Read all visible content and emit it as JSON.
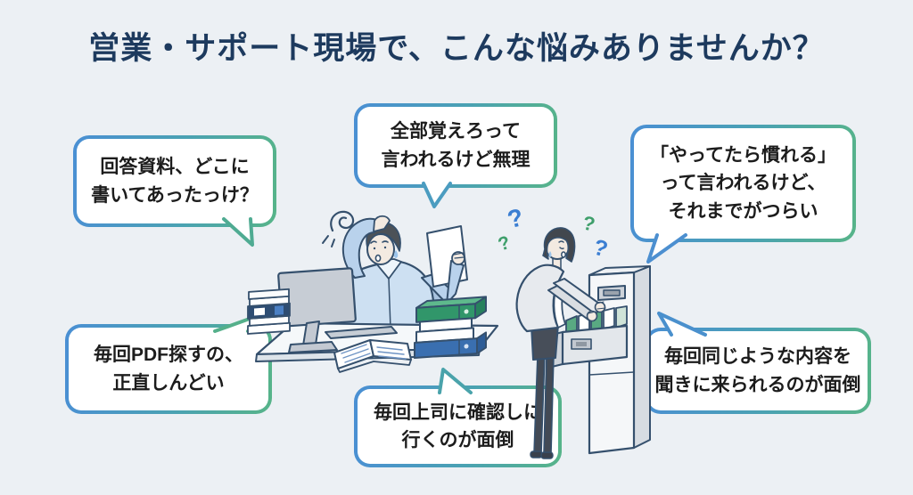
{
  "title": "営業・サポート現場で、こんな悩みありませんか？",
  "bubbles": [
    {
      "name": "answer-docs",
      "lines": [
        "回答資料、どこに",
        "書いてあったっけ？"
      ]
    },
    {
      "name": "memorize-everything",
      "lines": [
        "全部覚えろって",
        "言われるけど無理"
      ]
    },
    {
      "name": "get-used-to-it",
      "lines": [
        "「やってたら慣れる」",
        "って言われるけど、",
        "それまでがつらい"
      ]
    },
    {
      "name": "pdf-search",
      "lines": [
        "毎回PDF探すの、",
        "正直しんどい"
      ]
    },
    {
      "name": "confirm-with-boss",
      "lines": [
        "毎回上司に確認しに",
        "行くのが面倒"
      ]
    },
    {
      "name": "same-questions",
      "lines": [
        "毎回同じような内容を",
        "聞きに来られるのが面倒"
      ]
    }
  ],
  "illustration": {
    "question_mark": "?",
    "parts": [
      "frustrated-man-at-desk",
      "monitor",
      "book-stacks",
      "open-book",
      "binder-stack",
      "woman-searching-file-cabinet",
      "file-cabinet",
      "open-drawer-with-folders"
    ]
  },
  "colors": {
    "background": "#ecf0f4",
    "title_text": "#1d3a5e",
    "bubble_border_blue": "#4a8fd4",
    "bubble_border_green": "#57b489",
    "bubble_text": "#1c1c1c",
    "accent_green": "#31966a",
    "accent_blue": "#3b7ed2"
  }
}
